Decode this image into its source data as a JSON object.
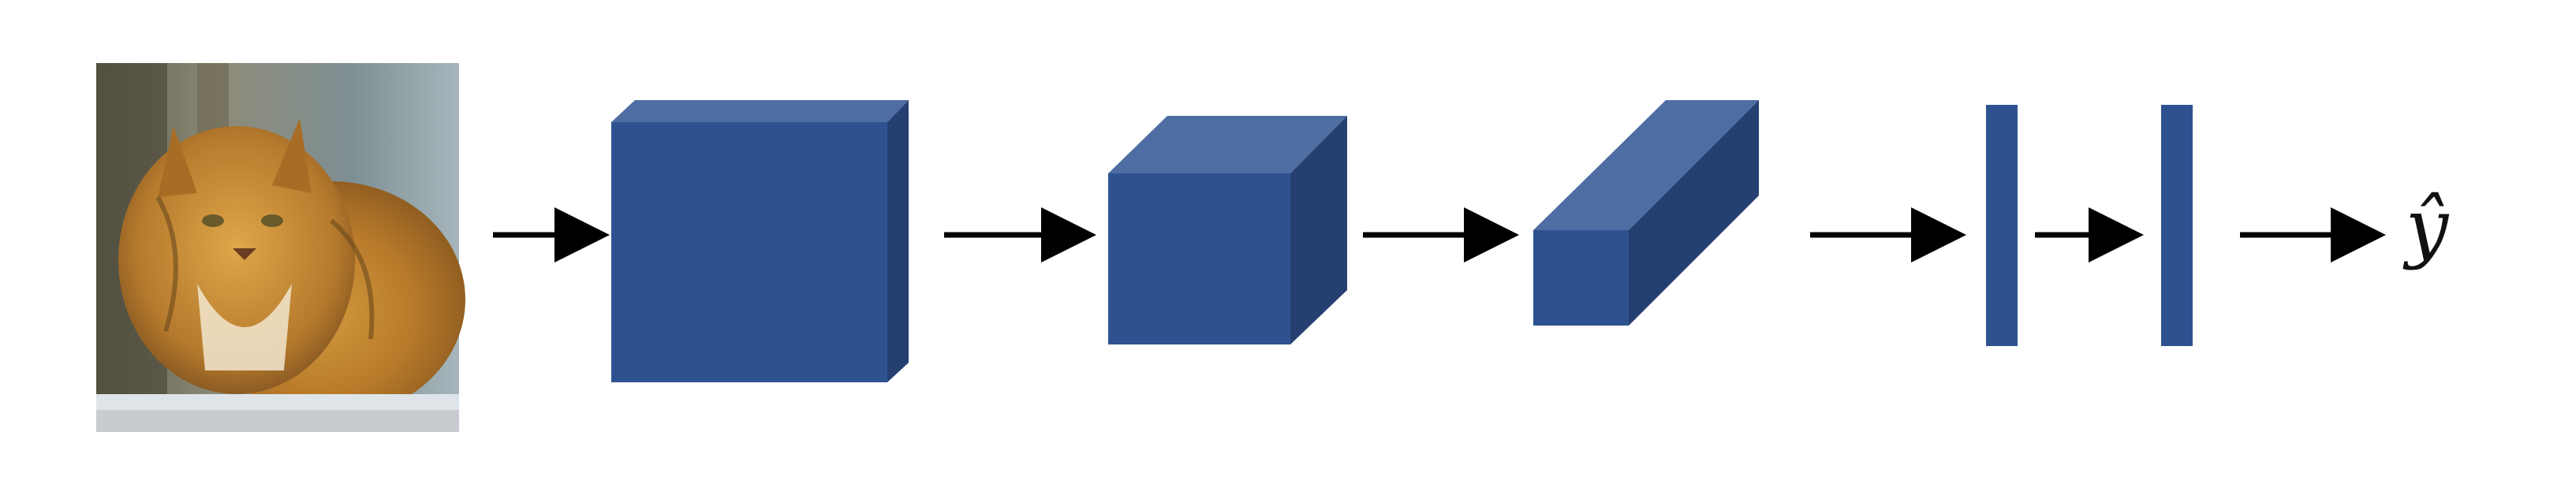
{
  "diagram": {
    "output_label": "ŷ",
    "colors": {
      "layer_front": "#2E528F",
      "layer_top": "#4E6DA3",
      "layer_side": "#253F70",
      "arrow": "#000000",
      "background": "#FFFFFF"
    },
    "nodes": [
      {
        "name": "input-image",
        "kind": "photo",
        "subject": "cat"
      },
      {
        "name": "conv-volume-1",
        "kind": "volume"
      },
      {
        "name": "conv-volume-2",
        "kind": "volume"
      },
      {
        "name": "conv-volume-3",
        "kind": "volume"
      },
      {
        "name": "fully-connected-layer-1",
        "kind": "vector"
      },
      {
        "name": "fully-connected-layer-2",
        "kind": "vector"
      },
      {
        "name": "output-prediction",
        "kind": "label"
      }
    ],
    "edges": [
      {
        "from": "input-image",
        "to": "conv-volume-1"
      },
      {
        "from": "conv-volume-1",
        "to": "conv-volume-2"
      },
      {
        "from": "conv-volume-2",
        "to": "conv-volume-3"
      },
      {
        "from": "conv-volume-3",
        "to": "fully-connected-layer-1"
      },
      {
        "from": "fully-connected-layer-1",
        "to": "fully-connected-layer-2"
      },
      {
        "from": "fully-connected-layer-2",
        "to": "output-prediction"
      }
    ]
  }
}
